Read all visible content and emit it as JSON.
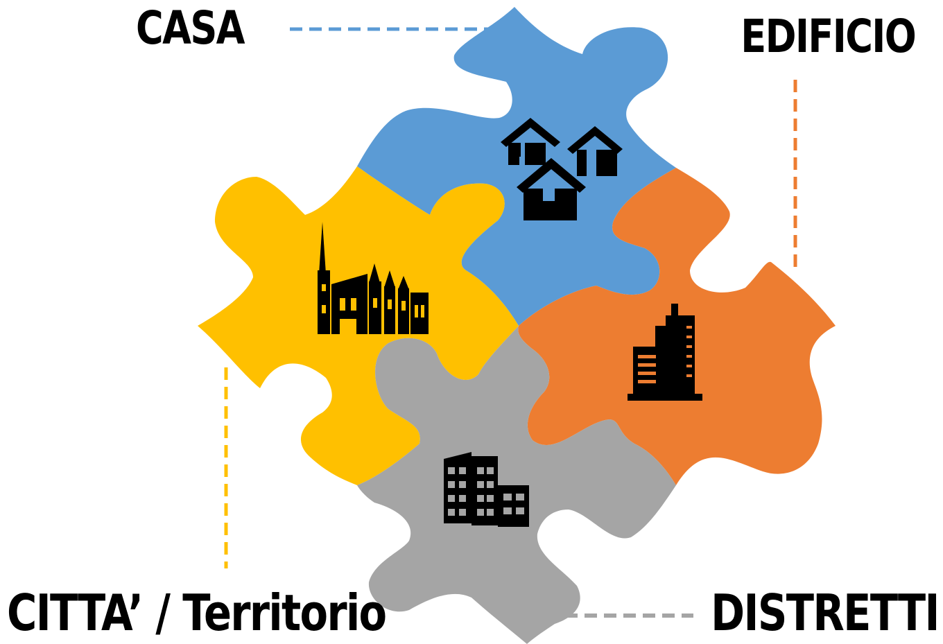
{
  "labels": {
    "casa": "CASA",
    "edificio": "EDIFICIO",
    "citta": "CITTA’ / Territorio",
    "distretti": "DISTRETTI"
  },
  "colors": {
    "blue": "#5B9BD5",
    "orange": "#ED7D31",
    "yellow": "#FFC000",
    "gray": "#A5A5A5",
    "ink": "#000000"
  },
  "icons": {
    "blue": "houses-icon",
    "yellow": "cathedral-icon",
    "orange": "skyscraper-icon",
    "gray": "buildings-icon"
  }
}
